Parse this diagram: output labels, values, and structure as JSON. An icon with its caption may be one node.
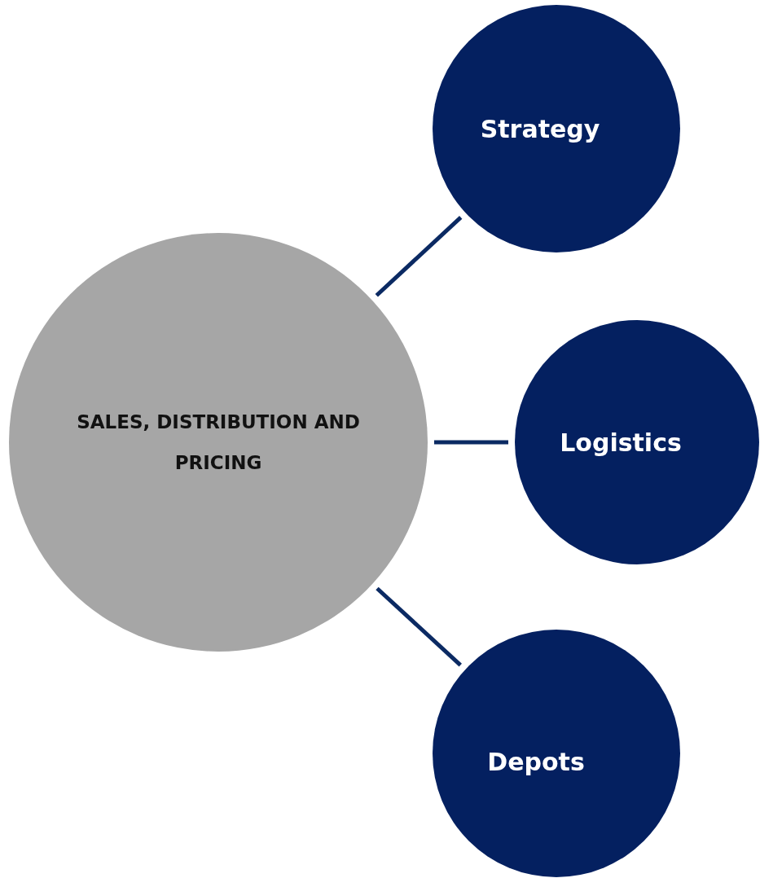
{
  "diagram": {
    "nodes": [
      {
        "text": [
          "SALES, DISTRIBUTION AND PRICING"
        ]
      },
      {
        "text": [
          "Strategy"
        ]
      },
      {
        "text": [
          "Logistics"
        ]
      },
      {
        "text": [
          "Depots"
        ]
      }
    ],
    "edges": [
      {
        "from": 0,
        "to": 1,
        "arrow": "none"
      },
      {
        "from": 0,
        "to": 2,
        "arrow": "none"
      },
      {
        "from": 0,
        "to": 3,
        "arrow": "none"
      }
    ]
  }
}
